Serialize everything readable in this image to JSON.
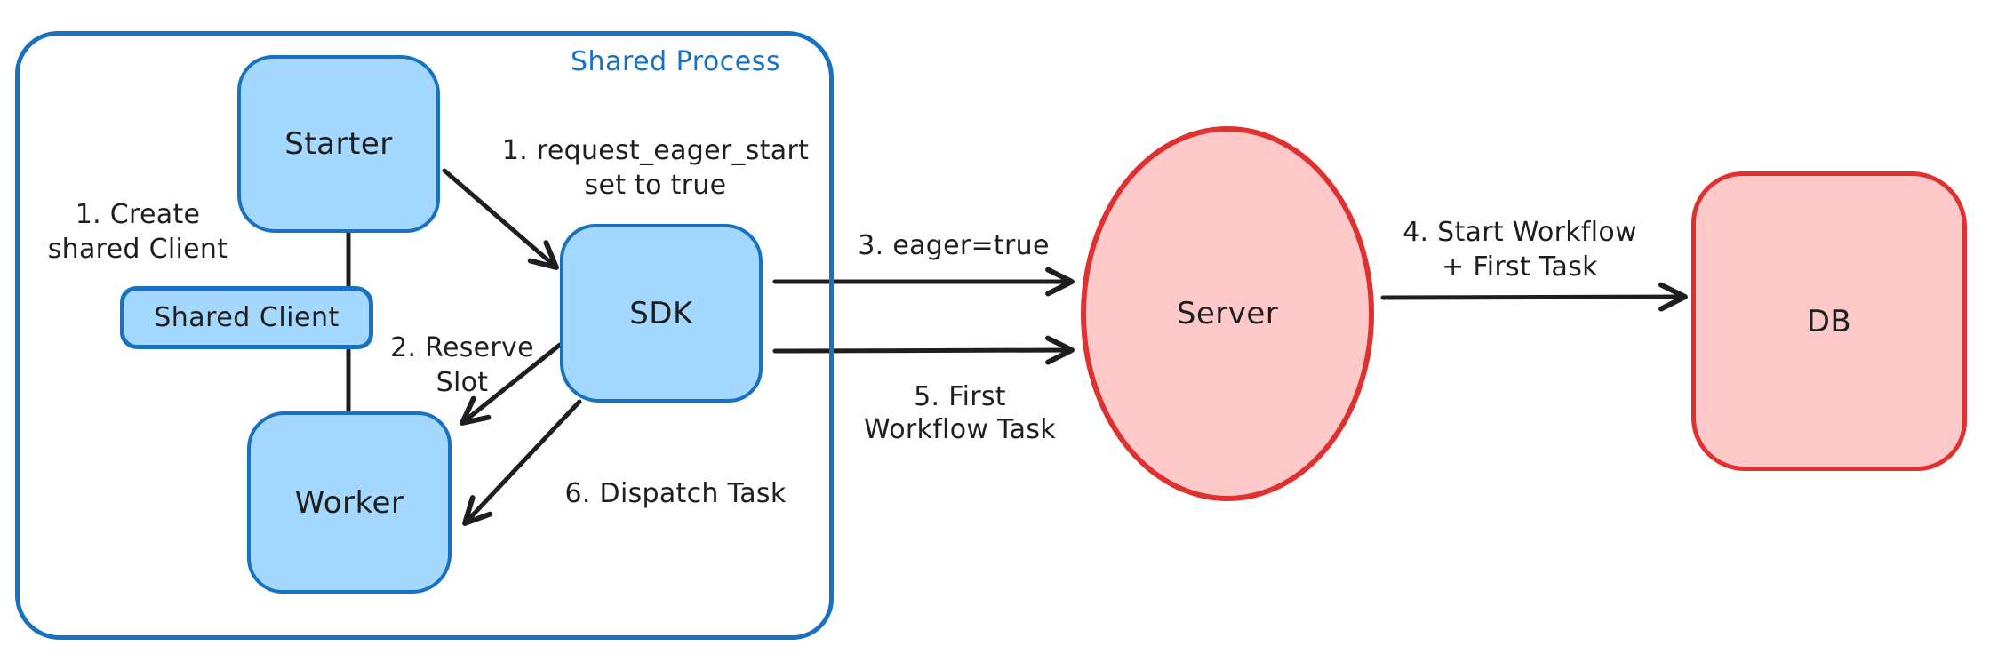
{
  "colors": {
    "blue_stroke": "#1971c2",
    "blue_fill": "#a5d8ff",
    "red_stroke": "#e03131",
    "red_fill": "#ffc9c9",
    "ink": "#1e1e1e",
    "background": "#ffffff"
  },
  "container": {
    "label": "Shared Process"
  },
  "nodes": {
    "starter": {
      "label": "Starter"
    },
    "shared_client": {
      "label": "Shared Client"
    },
    "worker": {
      "label": "Worker"
    },
    "sdk": {
      "label": "SDK"
    },
    "server": {
      "label": "Server"
    },
    "db": {
      "label": "DB"
    }
  },
  "steps": {
    "create_client": {
      "line1": "1. Create",
      "line2": "shared Client"
    },
    "request_eager": {
      "line1": "1. request_eager_start",
      "line2": "set to true"
    },
    "reserve_slot": {
      "line1": "2. Reserve",
      "line2": "Slot"
    },
    "eager_true": {
      "text": "3. eager=true"
    },
    "start_workflow": {
      "line1": "4. Start Workflow",
      "line2": "+ First Task"
    },
    "first_workflow_task": {
      "line1": "5. First",
      "line2": "Workflow Task"
    },
    "dispatch_task": {
      "text": "6. Dispatch Task"
    }
  }
}
